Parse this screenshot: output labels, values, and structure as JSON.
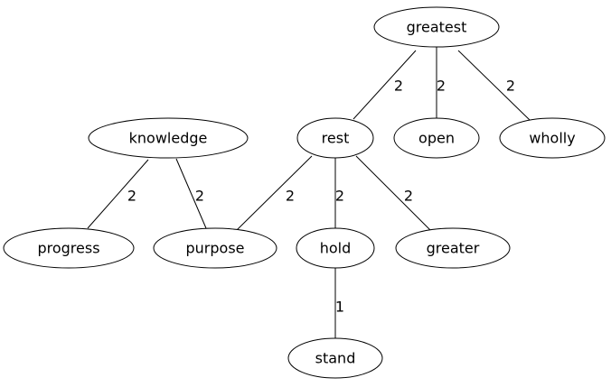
{
  "graph": {
    "nodes": [
      {
        "id": "greatest",
        "label": "greatest"
      },
      {
        "id": "knowledge",
        "label": "knowledge"
      },
      {
        "id": "rest",
        "label": "rest"
      },
      {
        "id": "open",
        "label": "open"
      },
      {
        "id": "wholly",
        "label": "wholly"
      },
      {
        "id": "progress",
        "label": "progress"
      },
      {
        "id": "purpose",
        "label": "purpose"
      },
      {
        "id": "hold",
        "label": "hold"
      },
      {
        "id": "greater",
        "label": "greater"
      },
      {
        "id": "stand",
        "label": "stand"
      }
    ],
    "edges": [
      {
        "source": "greatest",
        "target": "rest",
        "weight": "2"
      },
      {
        "source": "greatest",
        "target": "open",
        "weight": "2"
      },
      {
        "source": "greatest",
        "target": "wholly",
        "weight": "2"
      },
      {
        "source": "knowledge",
        "target": "progress",
        "weight": "2"
      },
      {
        "source": "knowledge",
        "target": "purpose",
        "weight": "2"
      },
      {
        "source": "rest",
        "target": "purpose",
        "weight": "2"
      },
      {
        "source": "rest",
        "target": "hold",
        "weight": "2"
      },
      {
        "source": "rest",
        "target": "greater",
        "weight": "2"
      },
      {
        "source": "hold",
        "target": "stand",
        "weight": "1"
      }
    ]
  }
}
